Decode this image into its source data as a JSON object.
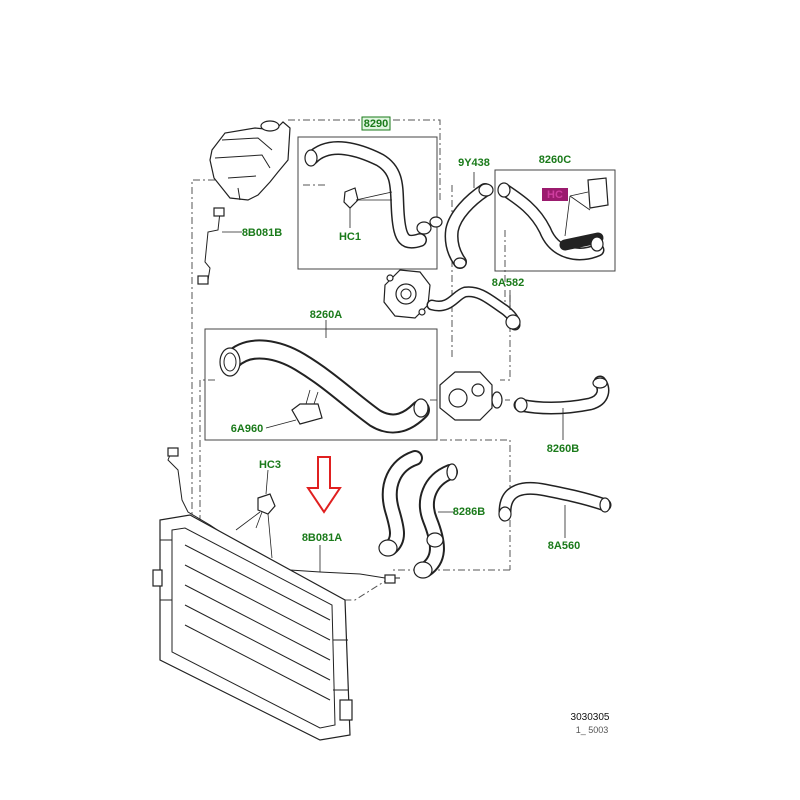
{
  "labels": {
    "l8290": "8290",
    "l9y438": "9Y438",
    "l8260c": "8260C",
    "hc_highlight": "HC",
    "hc1": "HC1",
    "l8b081b": "8B081B",
    "l8a582": "8A582",
    "l8260a": "8260A",
    "l6a960": "6A960",
    "l8260b": "8260B",
    "hc3": "HC3",
    "l8286b": "8286B",
    "l8b081a": "8B081A",
    "l8a560": "8A560"
  },
  "reference": {
    "number": "3030305",
    "fragment": "1_ 5003"
  },
  "colors": {
    "label_green": "#1a7a1a",
    "highlight_magenta": "#9b1b6e",
    "arrow_red": "#e02020",
    "line": "#222222"
  }
}
